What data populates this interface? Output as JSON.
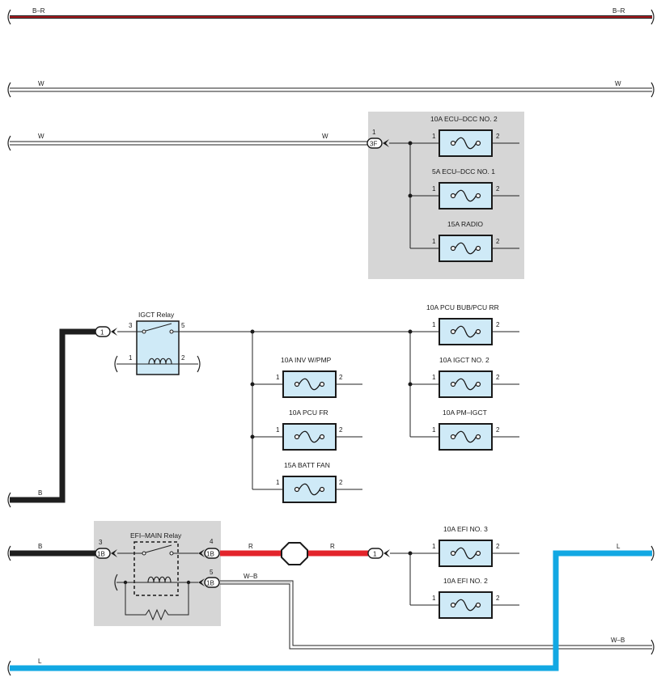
{
  "colors": {
    "B": "#1e1e1e",
    "R": "#e3242b",
    "L": "#12a8e3",
    "W": "#ffffff",
    "panel": "#d6d6d6",
    "fuse_fill": "#cfeaf7"
  },
  "wires": {
    "br_left": "B–R",
    "br_right": "B–R",
    "w1_left": "W",
    "w1_right": "W",
    "w2_left": "W",
    "w2_mid": "W",
    "b1": "B",
    "b2": "B",
    "r_left": "R",
    "r_right": "R",
    "wb_top": "W–B",
    "wb_right": "W–B",
    "l_left": "L",
    "l_right": "L"
  },
  "connectors": {
    "c3f": "3F",
    "c3f_pin": "1",
    "c1": "1",
    "c1b_a": "1B",
    "c1b_a_pin": "3",
    "c1b_b": "1B",
    "c1b_b_pin": "4",
    "c1b_c": "1B",
    "c1b_c_pin": "5",
    "c_t": "1"
  },
  "relays": {
    "igct": {
      "title": "IGCT Relay",
      "p3": "3",
      "p5": "5",
      "p1": "1",
      "p2": "2"
    },
    "efi_main": {
      "title": "EFI–MAIN Relay"
    }
  },
  "fuses": [
    {
      "id": "ecu_dcc2",
      "label": "10A ECU–DCC NO. 2",
      "pin1": "1",
      "pin2": "2"
    },
    {
      "id": "ecu_dcc1",
      "label": "5A ECU–DCC NO. 1",
      "pin1": "1",
      "pin2": "2"
    },
    {
      "id": "radio",
      "label": "15A RADIO",
      "pin1": "1",
      "pin2": "2"
    },
    {
      "id": "pcu_bub",
      "label": "10A PCU BUB/PCU RR",
      "pin1": "1",
      "pin2": "2"
    },
    {
      "id": "igct2",
      "label": "10A IGCT NO. 2",
      "pin1": "1",
      "pin2": "2"
    },
    {
      "id": "pm_igct",
      "label": "10A PM–IGCT",
      "pin1": "1",
      "pin2": "2"
    },
    {
      "id": "inv",
      "label": "10A INV W/PMP",
      "pin1": "1",
      "pin2": "2"
    },
    {
      "id": "pcu_fr",
      "label": "10A PCU FR",
      "pin1": "1",
      "pin2": "2"
    },
    {
      "id": "batt_fan",
      "label": "15A BATT FAN",
      "pin1": "1",
      "pin2": "2"
    },
    {
      "id": "efi3",
      "label": "10A EFI NO. 3",
      "pin1": "1",
      "pin2": "2"
    },
    {
      "id": "efi2",
      "label": "10A EFI NO. 2",
      "pin1": "1",
      "pin2": "2"
    }
  ]
}
